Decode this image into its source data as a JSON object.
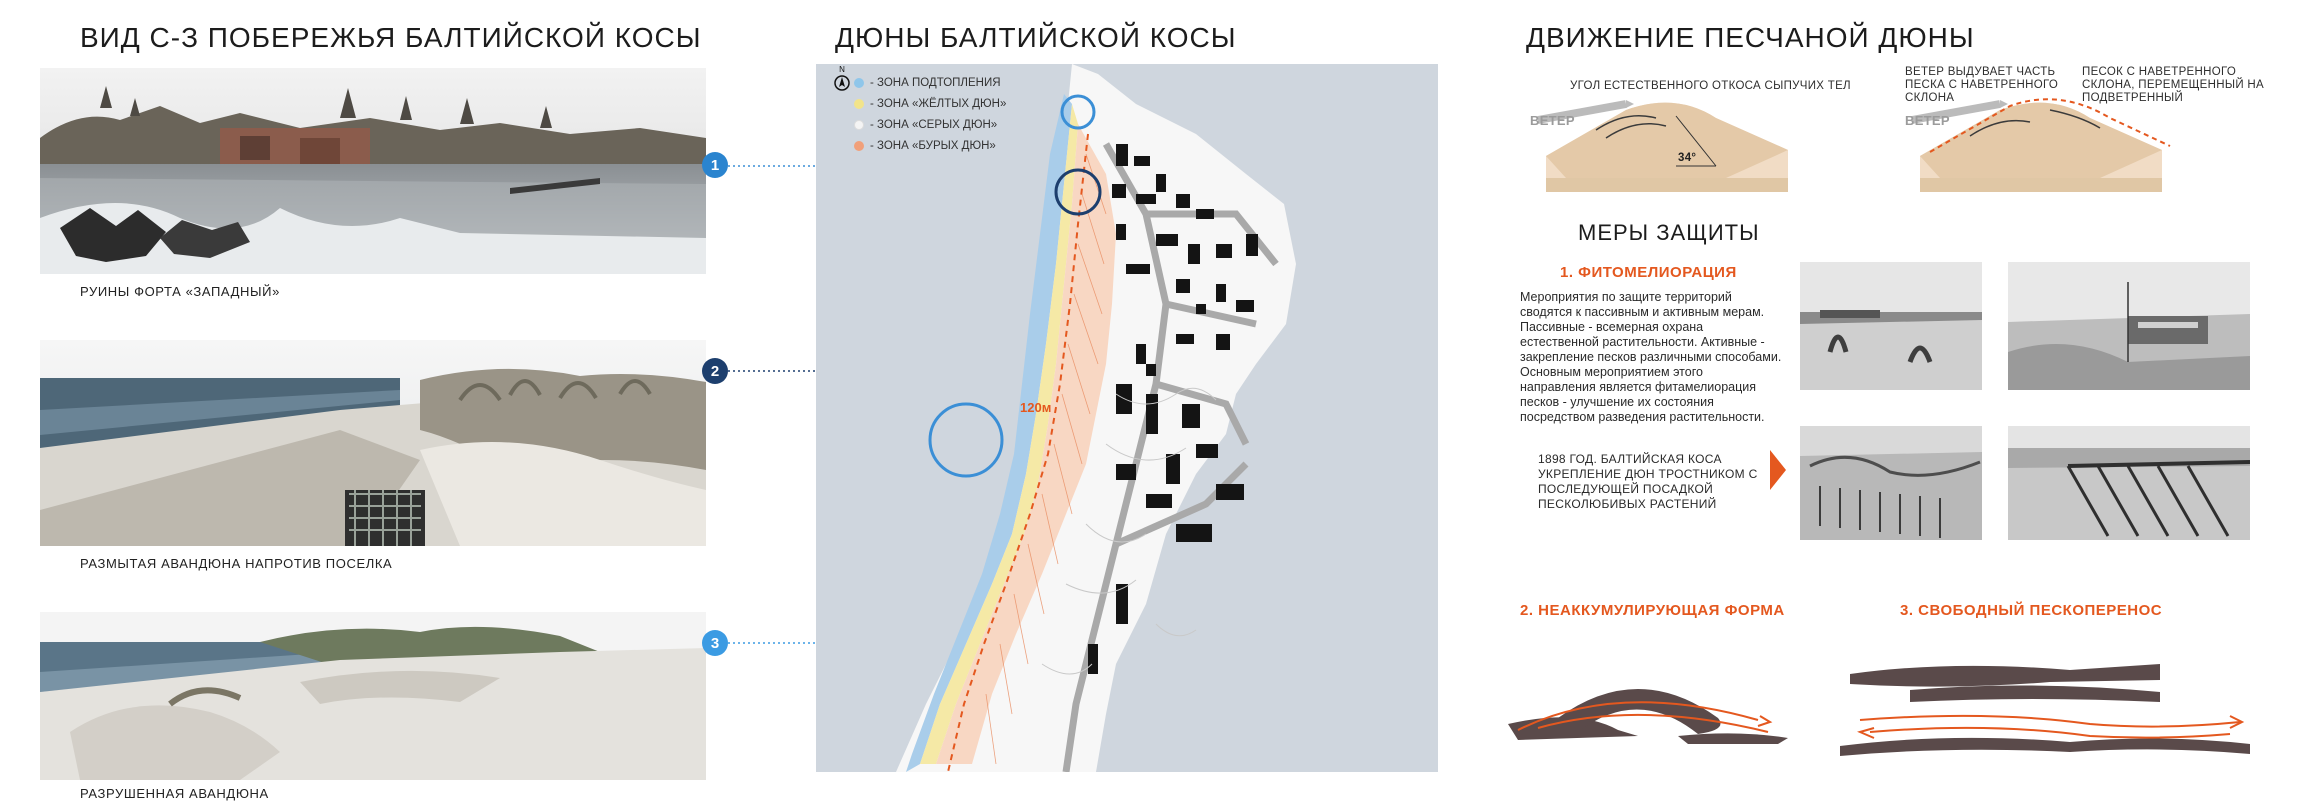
{
  "left": {
    "title": "ВИД С-З ПОБЕРЕЖЬЯ БАЛТИЙСКОЙ КОСЫ",
    "photos": [
      {
        "caption": "РУИНЫ ФОРТА «ЗАПАДНЫЙ»",
        "number": "1"
      },
      {
        "caption": "РАЗМЫТАЯ АВАНДЮНА НАПРОТИВ ПОСЕЛКА",
        "number": "2"
      },
      {
        "caption": "РАЗРУШЕННАЯ АВАНДЮНА",
        "number": "3"
      }
    ]
  },
  "map": {
    "title": "ДЮНЫ БАЛТИЙСКОЙ КОСЫ",
    "north_label": "N",
    "legend": [
      {
        "label": "- ЗОНА ПОДТОПЛЕНИЯ",
        "color": "#8fc6ea"
      },
      {
        "label": "- ЗОНА «ЖЁЛТЫХ ДЮН»",
        "color": "#f2e48a"
      },
      {
        "label": "- ЗОНА «СЕРЫХ ДЮН»",
        "color": "#f4f4f4"
      },
      {
        "label": "- ЗОНА «БУРЫХ ДЮН»",
        "color": "#f1a07a"
      }
    ],
    "distance_label": "120м",
    "colors": {
      "sea": "#cfd6de",
      "land": "#f7f7f7",
      "dashed_line": "#e4581f",
      "marker_blue": "#3b8fd6",
      "marker_dark": "#1d3f6e"
    }
  },
  "right": {
    "title": "ДВИЖЕНИЕ ПЕСЧАНОЙ ДЮНЫ",
    "diagram1": {
      "angle_label": "УГОЛ ЕСТЕСТВЕННОГО ОТКОСА СЫПУЧИХ ТЕЛ",
      "wind_label": "ВЕТЕР",
      "angle_value": "34°"
    },
    "diagram2": {
      "label_a": "ВЕТЕР ВЫДУВАЕТ ЧАСТЬ ПЕСКА С НАВЕТРЕННОГО СКЛОНА",
      "label_b": "ПЕСОК С НАВЕТРЕННОГО СКЛОНА, ПЕРЕМЕЩЕННЫЙ НА ПОДВЕТРЕННЫЙ",
      "wind_label": "ВЕТЕР"
    },
    "protection_title": "МЕРЫ ЗАЩИТЫ",
    "measure1": {
      "title": "1. ФИТОМЕЛИОРАЦИЯ",
      "text": "Мероприятия по защите территорий сводятся к пассивным и активным мерам. Пассивные - всемерная охрана естественной растительности. Активные - закрепление песков различными способами. Основным мероприятием этого направления является фитамелиорация песков - улучшение их состояния посредством разведения растительности.",
      "history": "1898 ГОД. БАЛТИЙСКАЯ КОСА УКРЕПЛЕНИЕ ДЮН ТРОСТНИКОМ С ПОСЛЕДУЮЩЕЙ ПОСАДКОЙ ПЕСКОЛЮБИВЫХ РАСТЕНИЙ"
    },
    "measure2": {
      "title": "2. НЕАККУМУЛИРУЮЩАЯ ФОРМА"
    },
    "measure3": {
      "title": "3. СВОБОДНЫЙ ПЕСКОПЕРЕНОС"
    },
    "accent_color": "#e4581f"
  }
}
